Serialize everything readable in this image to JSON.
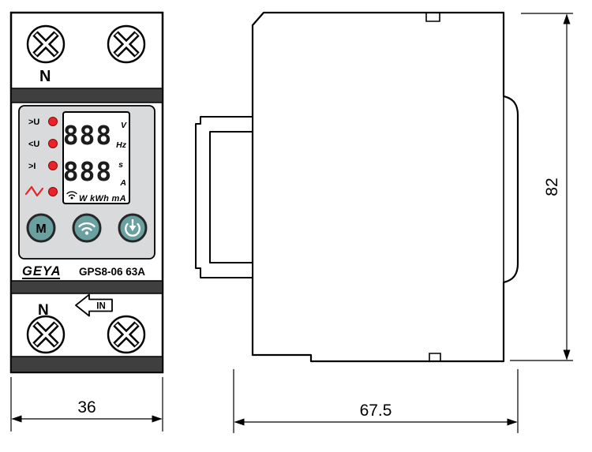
{
  "front": {
    "top_terminal_label": "N",
    "bottom_terminal_label": "N",
    "in_label": "IN",
    "indicators": [
      ">U",
      "<U",
      ">I"
    ],
    "lcd": {
      "row1": "888",
      "row2": "888",
      "unit_v": "V",
      "unit_hz": "Hz",
      "unit_s": "s",
      "unit_a": "A",
      "bottom_units": "W kWh mA"
    },
    "buttons": {
      "mode": "M"
    },
    "brand": "GEYA",
    "model": "GPS8-06 63A"
  },
  "dimensions": {
    "width": "36",
    "depth": "67.5",
    "height": "82"
  },
  "colors": {
    "led": "#e8232a",
    "button": "#6aa0a0",
    "panel": "#d8dadb",
    "band": "#3f3f3f"
  }
}
